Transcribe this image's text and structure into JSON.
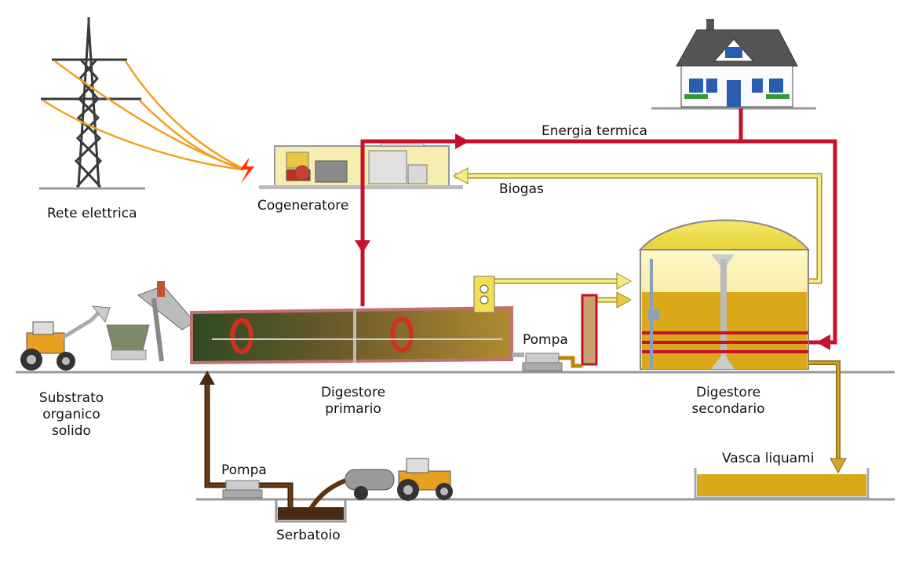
{
  "labels": {
    "grid": "Rete elettrica",
    "chp": "Cogeneratore",
    "thermal": "Energia termica",
    "biogas": "Biogas",
    "substrate": [
      "Substrato",
      "organico",
      "solido"
    ],
    "primary": [
      "Digestore",
      "primario"
    ],
    "secondary": [
      "Digestore",
      "secondario"
    ],
    "pump_top": "Pompa",
    "pump_bottom": "Pompa",
    "tank": "Serbatoio",
    "slurry": "Vasca liquami"
  },
  "colors": {
    "heat": "#c8102e",
    "biogas": "#f2e36a",
    "digestate": "#b8860b",
    "manure": "#4a2a10",
    "ground": "#9a9a9a",
    "spark": "#ff3300"
  },
  "icons": {
    "house": "house-icon",
    "pylon": "power-pylon-icon",
    "tractor": "tractor-icon",
    "spark": "lightning-spark-icon"
  }
}
